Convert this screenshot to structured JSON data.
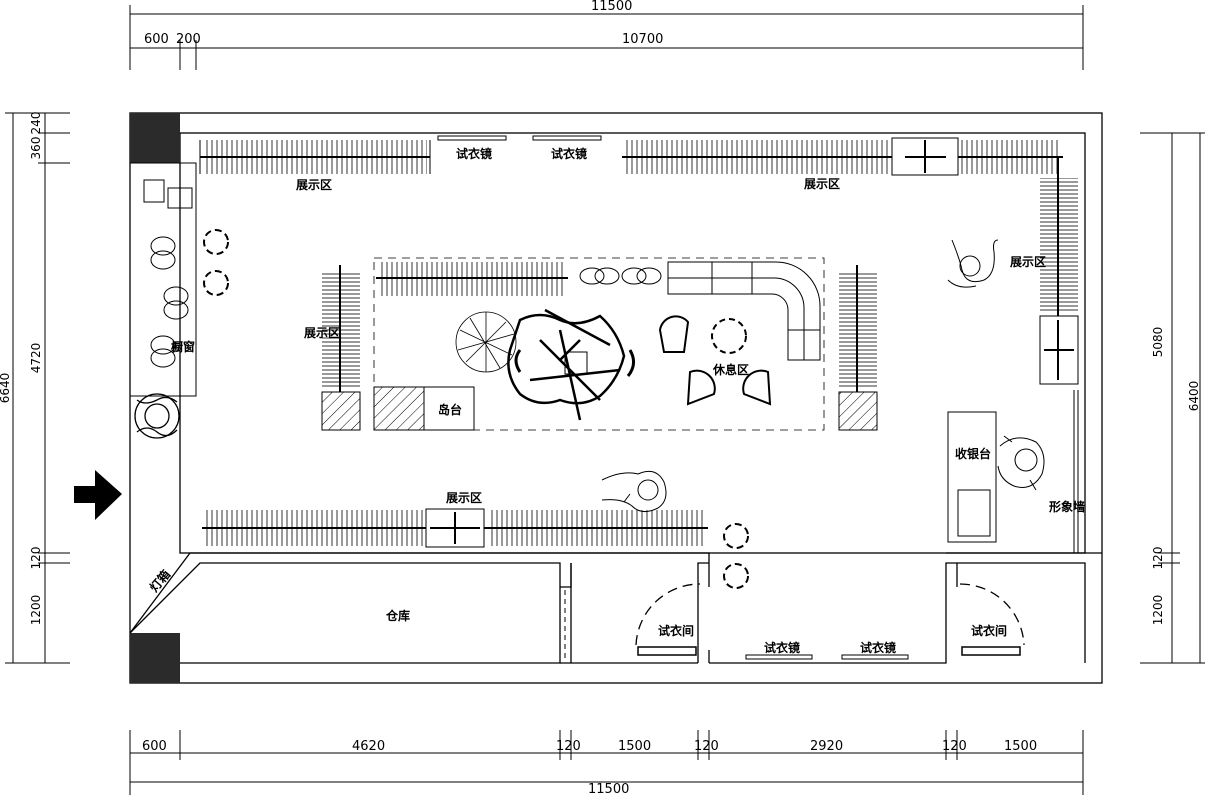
{
  "dimensions": {
    "top_total": "11500",
    "top_a": "600",
    "top_b": "200",
    "top_c": "10700",
    "bottom_1": "600",
    "bottom_2": "4620",
    "bottom_3": "120",
    "bottom_4": "1500",
    "bottom_5": "120",
    "bottom_6": "2920",
    "bottom_7": "120",
    "bottom_8": "1500",
    "bottom_total": "11500",
    "left_total": "6640",
    "left_a": "240",
    "left_b": "360",
    "left_c": "4720",
    "left_d": "120",
    "left_e": "1200",
    "right_total": "6400",
    "right_a": "5080",
    "right_b": "120",
    "right_c": "1200"
  },
  "labels": {
    "display_top_left": "展示区",
    "display_top_right": "展示区",
    "display_left": "展示区",
    "display_right": "展示区",
    "display_bottom": "展示区",
    "mirror_top_1": "试衣镜",
    "mirror_top_2": "试衣镜",
    "mirror_bottom_1": "试衣镜",
    "mirror_bottom_2": "试衣镜",
    "window": "橱窗",
    "island": "岛台",
    "lounge": "休息区",
    "cashier": "收银台",
    "image_wall": "形象墙",
    "storage": "仓库",
    "fitting_1": "试衣间",
    "fitting_2": "试衣间",
    "lightbox": "灯箱"
  }
}
